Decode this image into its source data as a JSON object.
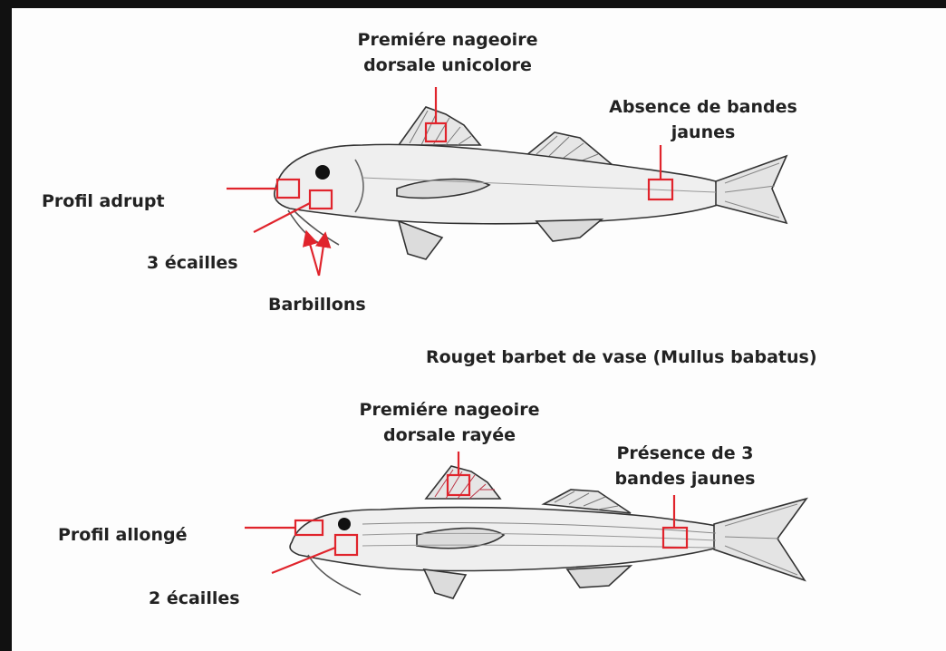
{
  "fish1": {
    "labels": {
      "dorsal_fin": "Premiére nageoire\ndorsale unicolore",
      "bands": "Absence de bandes\njaunes",
      "profile": "Profil adrupt",
      "scales": "3 écailles",
      "barbels": "Barbillons"
    },
    "species_caption": "Rouget barbet de vase (Mullus babatus)"
  },
  "fish2": {
    "labels": {
      "dorsal_fin": "Premiére nageoire\ndorsale rayée",
      "bands": "Présence de 3\nbandes jaunes",
      "profile": "Profil allongé",
      "scales": "2 écailles"
    }
  },
  "colors": {
    "annotation": "#e0242c",
    "text": "#222222",
    "frame": "#111111"
  }
}
